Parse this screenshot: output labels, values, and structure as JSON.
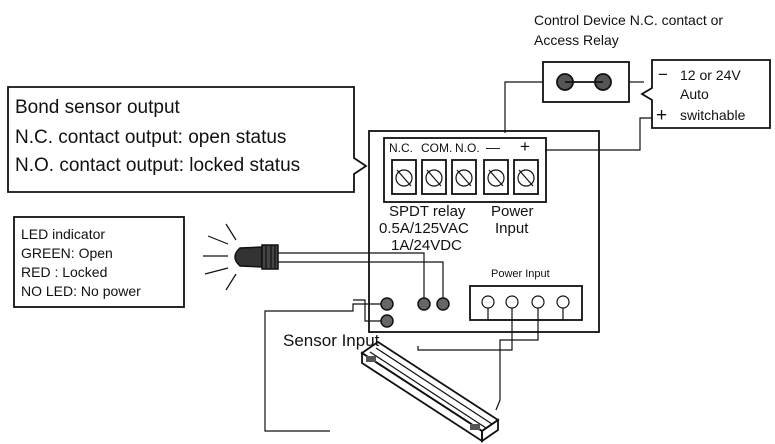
{
  "control_device": {
    "line1": "Control Device N.C. contact or",
    "line2": "Access Relay"
  },
  "power_supply": {
    "minus_sign": "−",
    "minus_label": "12 or 24V",
    "auto_label": "Auto",
    "plus_sign": "+",
    "plus_label": "switchable"
  },
  "bond_sensor": {
    "title": "Bond sensor output",
    "nc_line": "N.C. contact output: open status",
    "no_line": "N.O. contact output: locked status"
  },
  "terminals": {
    "nc": "N.C.",
    "com": "COM.",
    "no": "N.O.",
    "minus": "—",
    "plus": "+"
  },
  "relay": {
    "line1": "SPDT relay",
    "line2": "0.5A/125VAC",
    "line3": "1A/24VDC"
  },
  "power": {
    "line1": "Power",
    "line2": "Input"
  },
  "power_input_label": "Power Input",
  "led_box": {
    "line1": "LED indicator",
    "line2": "GREEN: Open",
    "line3": "RED : Locked",
    "line4": "NO LED: No power"
  },
  "sensor_input_label": "Sensor Input"
}
